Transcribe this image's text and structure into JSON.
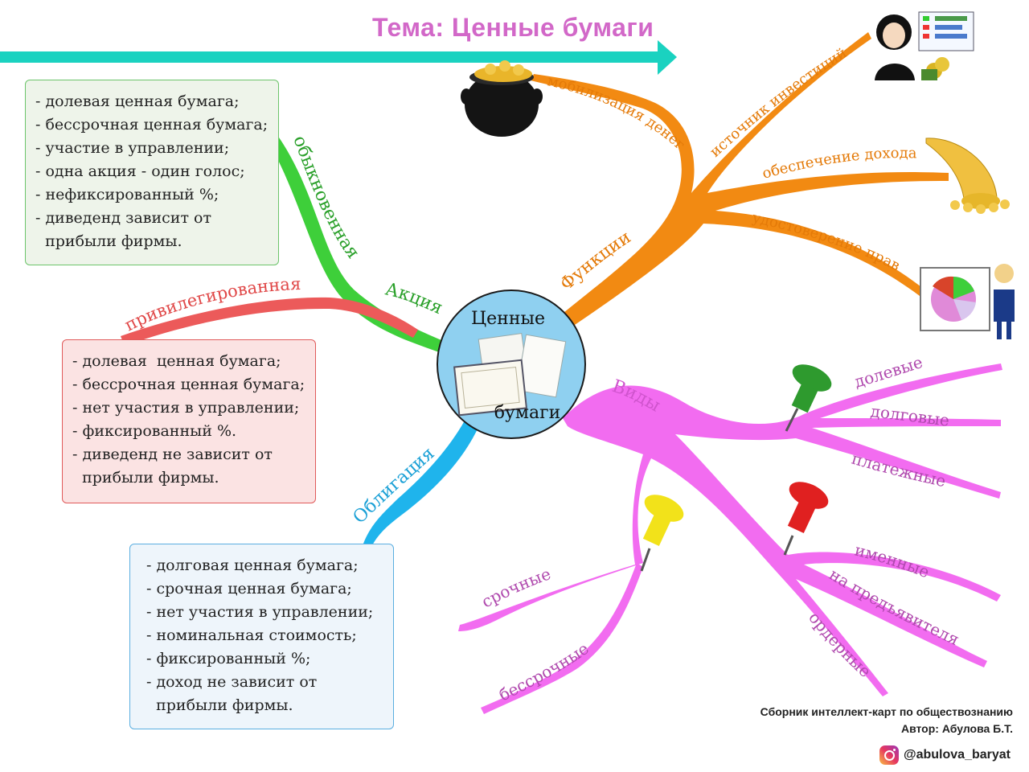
{
  "title": "Тема: Ценные бумаги",
  "center": {
    "line1": "Ценные",
    "line2": "бумаги"
  },
  "branches": {
    "aktsiya": "Акция",
    "obychnaya": "обыкновенная",
    "privileg": "привилегированная",
    "funktsii": "Функции",
    "vidy": "Виды",
    "obligatsiya": "Облигация"
  },
  "functions": {
    "f1": "мобилизация денег",
    "f2": "источник инвестиций",
    "f3": "обеспечение дохода",
    "f4": "удостоверение прав"
  },
  "types": {
    "t1": "долевые",
    "t2": "долговые",
    "t3": "платежные",
    "t4": "именные",
    "t5": "на предъявителя",
    "t6": "ордерные",
    "t7": "срочные",
    "t8": "бессрочные"
  },
  "box_ordinary": {
    "l1": "- долевая ценная бумага;",
    "l2": "- бессрочная ценная бумага;",
    "l3": "- участие в управлении;",
    "l4": "- одна акция - один голос;",
    "l5": "- нефиксированный %;",
    "l6": "- диведенд зависит от",
    "l7": "  прибыли фирмы."
  },
  "box_preferred": {
    "l1": "- долевая  ценная бумага;",
    "l2": "- бессрочная ценная бумага;",
    "l3": "- нет участия в управлении;",
    "l4": "- фиксированный %.",
    "l5": "- диведенд не зависит от",
    "l6": "  прибыли фирмы."
  },
  "box_bond": {
    "l1": "- долговая ценная бумага;",
    "l2": "- срочная ценная бумага;",
    "l3": "- нет участия в управлении;",
    "l4": "- номинальная стоимость;",
    "l5": "- фиксированный %;",
    "l6": "- доход не зависит от",
    "l7": "  прибыли фирмы."
  },
  "credits": {
    "line1": "Сборник интеллект-карт по обществознанию",
    "line2": "Автор: Абулова Б.Т.",
    "instagram": "@abulova_baryat"
  },
  "colors": {
    "title": "#d268c8",
    "arrow": "#1ad2c0",
    "green": "#3ecf3a",
    "red": "#ec5a5a",
    "orange": "#f28a12",
    "magenta": "#f26cf0",
    "blue": "#1fb4ec",
    "center_fill": "#8fd0f0"
  }
}
